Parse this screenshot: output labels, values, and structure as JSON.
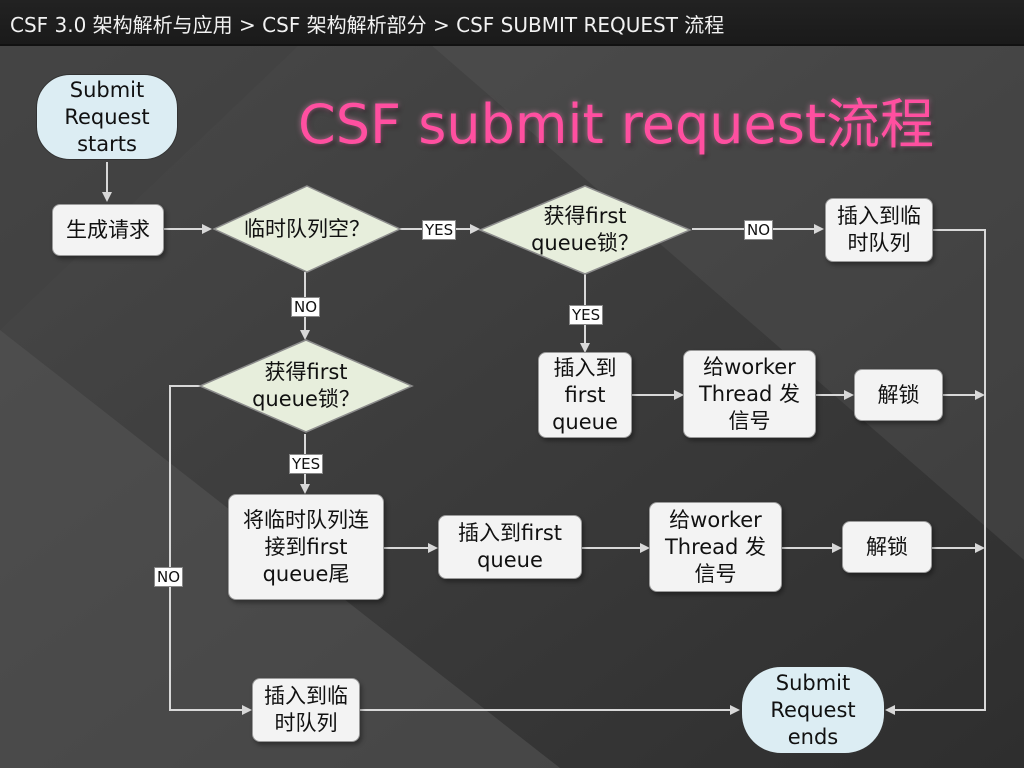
{
  "header": {
    "breadcrumb": "CSF 3.0 架构解析与应用 > CSF 架构解析部分  > CSF SUBMIT REQUEST 流程"
  },
  "title": "CSF submit request流程",
  "nodes": {
    "start": "Submit\nRequest\nstarts",
    "generate": "生成请求",
    "temp_empty": "临时队列空？",
    "get_lock_1": "获得first\nqueue锁？",
    "insert_temp_1": "插入到临\n时队列",
    "insert_first_1": "插入到\nfirst\nqueue",
    "signal_1": "给worker\nThread 发\n信号",
    "unlock_1": "解锁",
    "get_lock_2": "获得first\nqueue锁？",
    "link_temp": "将临时队列连\n接到first\nqueue尾",
    "insert_first_2": "插入到first\nqueue",
    "signal_2": "给worker\nThread 发\n信号",
    "unlock_2": "解锁",
    "insert_temp_2": "插入到临\n时队列",
    "end": "Submit\nRequest\nends"
  },
  "edge_labels": {
    "yes_1": "YES",
    "no_1": "NO",
    "no_2": "NO",
    "yes_2": "YES",
    "yes_3": "YES",
    "no_3": "NO"
  },
  "colors": {
    "title": "#ff4fa0",
    "terminal_fill": "#dcedf3",
    "decision_fill": "#e7eedc",
    "process_fill": "#f3f3f3",
    "connector": "#d8d8d8"
  }
}
